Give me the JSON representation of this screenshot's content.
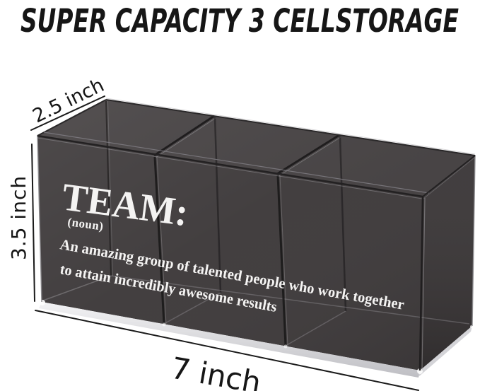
{
  "title": "SUPER CAPACITY 3 CELLSTORAGE",
  "box_text": {
    "heading": "TEAM:",
    "subheading": "(noun)",
    "definition_line1": "An amazing group of talented people who work together",
    "definition_line2": "to attain incredibly awesome results"
  },
  "dimensions": {
    "depth_label": "2.5 inch",
    "height_label": "3.5 inch",
    "width_label": "7 inch"
  },
  "colors": {
    "background": "#ffffff",
    "annotation_text": "#161616",
    "box_top_face": "#4b4748",
    "box_front_face": "#3f3b3c",
    "box_right_face": "#383435",
    "engraving_text": "#f4f3f2"
  }
}
